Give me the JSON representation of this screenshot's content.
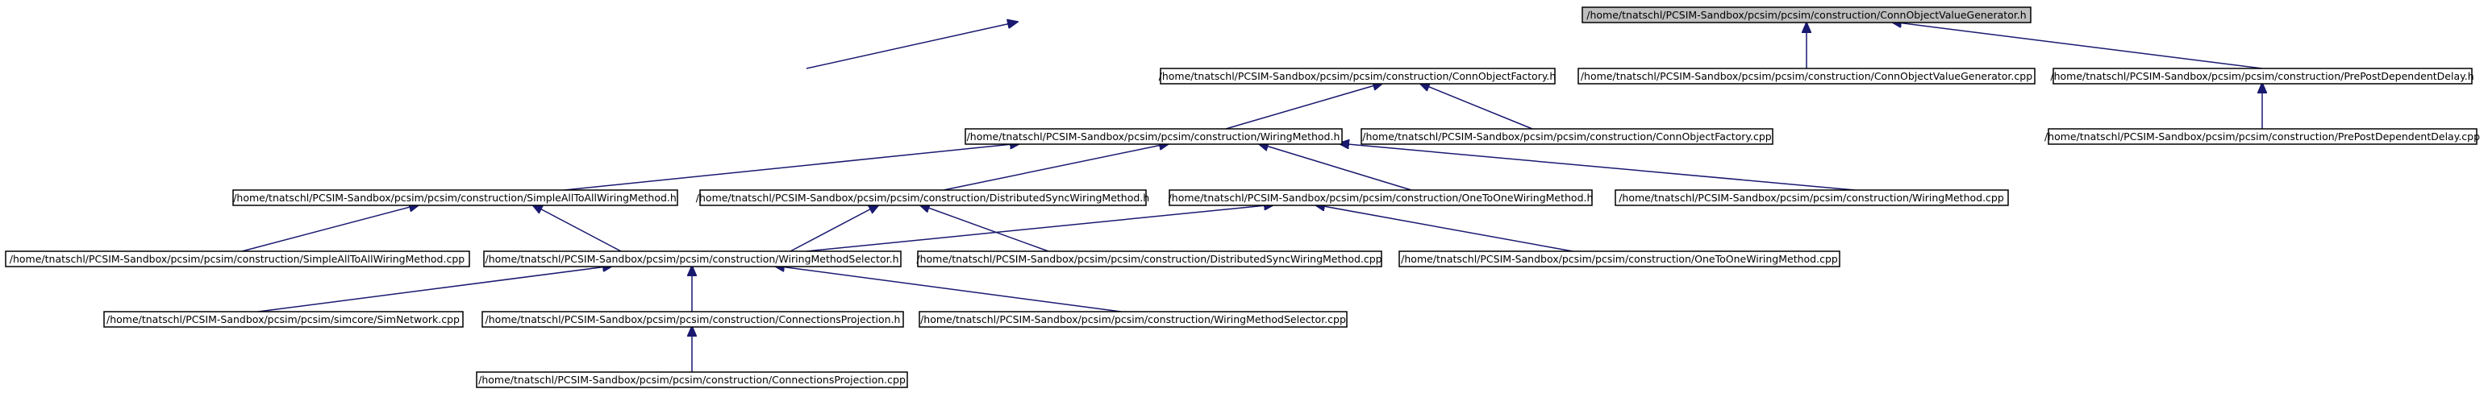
{
  "nodes": {
    "conn_object_value_generator_h": "/home/tnatschl/PCSIM-Sandbox/pcsim/pcsim/construction/ConnObjectValueGenerator.h",
    "conn_object_factory_h": "/home/tnatschl/PCSIM-Sandbox/pcsim/pcsim/construction/ConnObjectFactory.h",
    "conn_object_value_generator_cpp": "/home/tnatschl/PCSIM-Sandbox/pcsim/pcsim/construction/ConnObjectValueGenerator.cpp",
    "pre_post_dependent_delay_h": "/home/tnatschl/PCSIM-Sandbox/pcsim/pcsim/construction/PrePostDependentDelay.h",
    "wiring_method_h": "/home/tnatschl/PCSIM-Sandbox/pcsim/pcsim/construction/WiringMethod.h",
    "conn_object_factory_cpp": "/home/tnatschl/PCSIM-Sandbox/pcsim/pcsim/construction/ConnObjectFactory.cpp",
    "pre_post_dependent_delay_cpp": "/home/tnatschl/PCSIM-Sandbox/pcsim/pcsim/construction/PrePostDependentDelay.cpp",
    "simple_all_to_all_wiring_method_h": "/home/tnatschl/PCSIM-Sandbox/pcsim/pcsim/construction/SimpleAllToAllWiringMethod.h",
    "distributed_sync_wiring_method_h": "/home/tnatschl/PCSIM-Sandbox/pcsim/pcsim/construction/DistributedSyncWiringMethod.h",
    "one_to_one_wiring_method_h": "/home/tnatschl/PCSIM-Sandbox/pcsim/pcsim/construction/OneToOneWiringMethod.h",
    "wiring_method_cpp": "/home/tnatschl/PCSIM-Sandbox/pcsim/pcsim/construction/WiringMethod.cpp",
    "simple_all_to_all_wiring_method_cpp": "/home/tnatschl/PCSIM-Sandbox/pcsim/pcsim/construction/SimpleAllToAllWiringMethod.cpp",
    "wiring_method_selector_h": "/home/tnatschl/PCSIM-Sandbox/pcsim/pcsim/construction/WiringMethodSelector.h",
    "distributed_sync_wiring_method_cpp": "/home/tnatschl/PCSIM-Sandbox/pcsim/pcsim/construction/DistributedSyncWiringMethod.cpp",
    "one_to_one_wiring_method_cpp": "/home/tnatschl/PCSIM-Sandbox/pcsim/pcsim/construction/OneToOneWiringMethod.cpp",
    "sim_network_cpp": "/home/tnatschl/PCSIM-Sandbox/pcsim/pcsim/simcore/SimNetwork.cpp",
    "connections_projection_h": "/home/tnatschl/PCSIM-Sandbox/pcsim/pcsim/construction/ConnectionsProjection.h",
    "wiring_method_selector_cpp": "/home/tnatschl/PCSIM-Sandbox/pcsim/pcsim/construction/WiringMethodSelector.cpp",
    "connections_projection_cpp": "/home/tnatschl/PCSIM-Sandbox/pcsim/pcsim/construction/ConnectionsProjection.cpp"
  },
  "colors": {
    "root_fill": "#bfbfbf",
    "node_fill": "#ffffff",
    "edge": "#191970"
  }
}
